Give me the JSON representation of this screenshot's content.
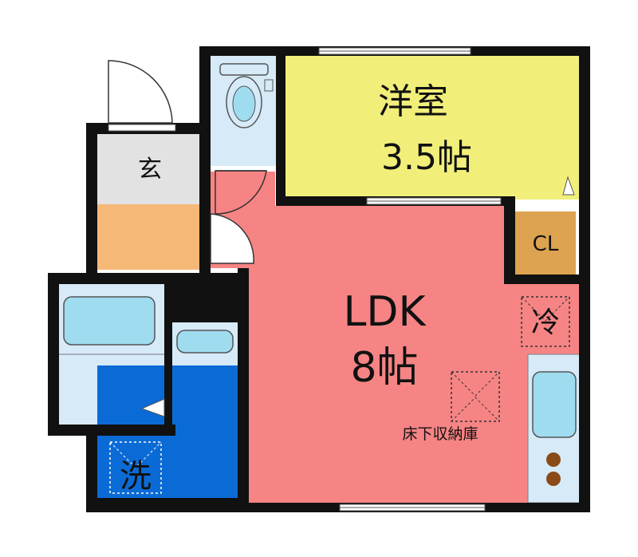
{
  "rooms": {
    "western_room": {
      "name": "洋室",
      "size": "3.5帖",
      "color": "#f1ef7a"
    },
    "ldk": {
      "name": "LDK",
      "size": "8帖",
      "color": "#f68484"
    },
    "entrance": {
      "name": "玄",
      "color": "#e2e2e2",
      "floor_color": "#f6b877"
    },
    "closet": {
      "name": "CL",
      "color": "#dea350"
    },
    "refrigerator": {
      "name": "冷"
    },
    "washer": {
      "name": "洗",
      "color": "#0b6bd6"
    },
    "floor_storage": {
      "name": "床下収納庫"
    }
  },
  "colors": {
    "wall": "#111111",
    "fixture": "#d6eaf8",
    "fixture_inner": "#9fdcf0"
  }
}
